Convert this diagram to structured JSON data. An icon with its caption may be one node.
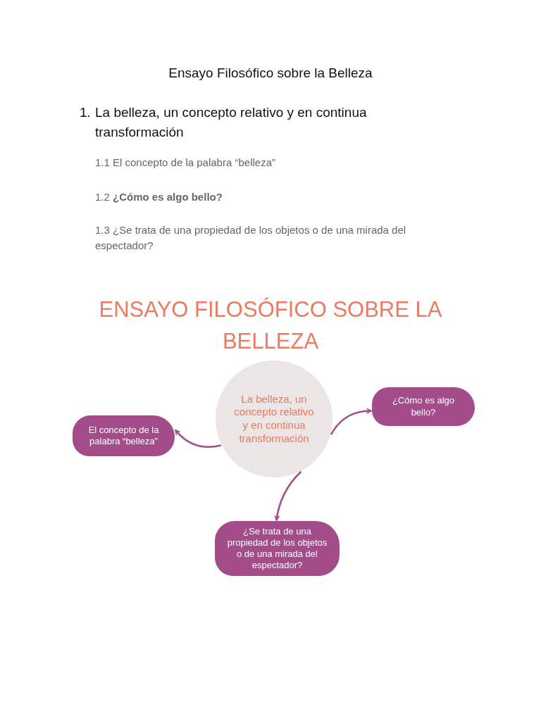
{
  "diagram": {
    "title": "Ensayo Filosófico sobre la Belleza",
    "nodes": [
      {
        "text": [
          "La belleza, un concepto relativo y en continua transformación"
        ]
      },
      {
        "text": [
          "El concepto de la palabra “belleza”"
        ]
      },
      {
        "text": [
          "¿Cómo es algo bello?"
        ]
      },
      {
        "text": [
          "¿Se trata de una propiedad de los objetos o de una mirada del espectador?"
        ]
      }
    ],
    "edges": [
      {
        "from": 0,
        "to": 1,
        "arrow": "to"
      },
      {
        "from": 0,
        "to": 2,
        "arrow": "to"
      },
      {
        "from": 0,
        "to": 3,
        "arrow": "to"
      }
    ],
    "labels": [
      "1.",
      "La belleza, un concepto relativo y en continua transformación",
      "1.1 El concepto de la palabra “belleza”",
      "1.2 **¿Cómo es algo bello?**",
      "1.3 ¿Se trata de una propiedad de los objetos o de una mirada del espectador?",
      "ENSAYO FILOSÓFICO SOBRE LA BELLEZA"
    ]
  }
}
